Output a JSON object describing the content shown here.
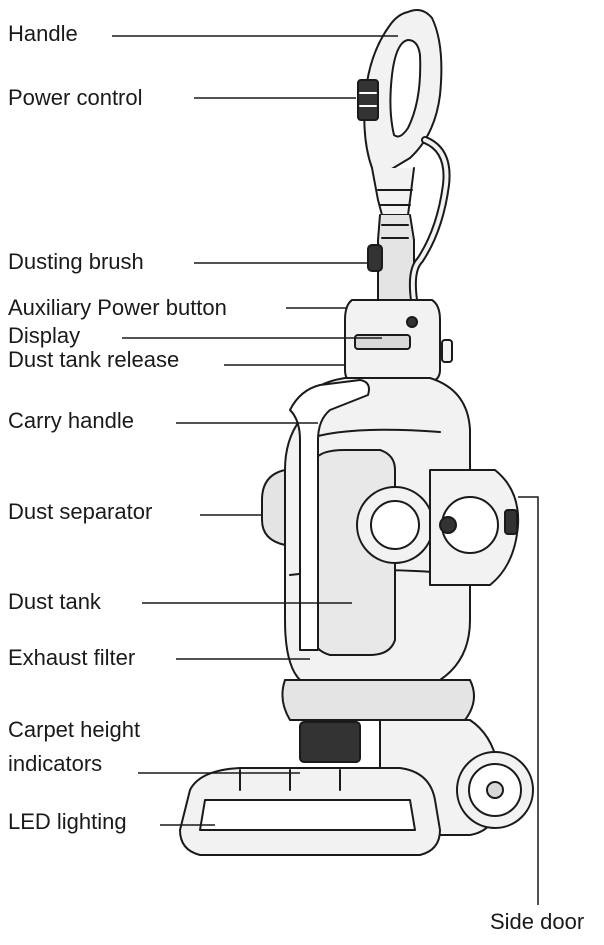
{
  "diagram": {
    "labels": {
      "handle": "Handle",
      "power_control": "Power control",
      "dusting_brush": "Dusting brush",
      "aux_power_button": "Auxiliary Power button",
      "display": "Display",
      "dust_tank_release": "Dust tank release",
      "carry_handle": "Carry handle",
      "dust_separator": "Dust separator",
      "dust_tank": "Dust tank",
      "exhaust_filter": "Exhaust filter",
      "carpet_height_line1": "Carpet height",
      "carpet_height_line2": "indicators",
      "led_lighting": "LED lighting",
      "side_door": "Side door"
    },
    "colors": {
      "line": "#1a1a1a",
      "body_fill": "#f2f2f2",
      "shade": "#d8d8d8",
      "dark": "#333333"
    }
  }
}
